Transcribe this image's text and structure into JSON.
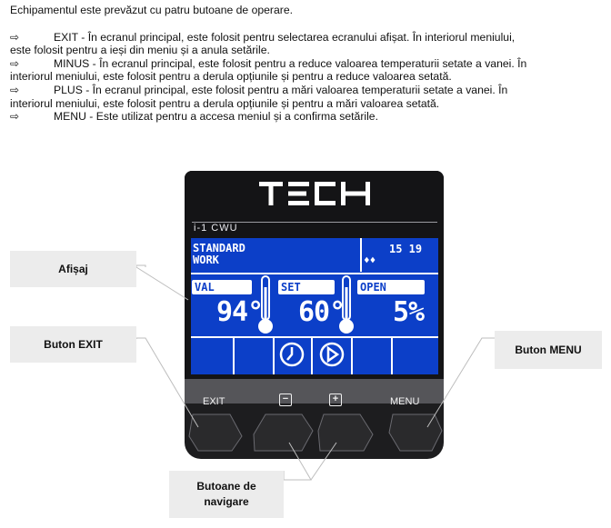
{
  "intro": "Echipamentul este prevăzut cu patru butoane de operare.",
  "arrow_glyph": "⇨",
  "items": [
    {
      "line1": "EXIT - În ecranul principal, este folosit pentru selectarea ecranului afișat. În interiorul meniului,",
      "line2": "este folosit pentru a ieși din meniu și a anula setările."
    },
    {
      "line1": "MINUS - În ecranul principal, este folosit pentru a reduce valoarea temperaturii setate a vanei. În",
      "line2": "interiorul meniului, este folosit pentru a derula opțiunile și pentru a reduce valoarea setată."
    },
    {
      "line1": "PLUS - În ecranul principal, este folosit pentru a mări valoarea temperaturii setate a vanei. În",
      "line2": "interiorul meniului, este folosit pentru a derula opțiunile și pentru a mări valoarea setată."
    },
    {
      "line1": "MENU - Este utilizat pentru a accesa meniul și a confirma setările.",
      "line2": ""
    }
  ],
  "device": {
    "brand": "TECH",
    "subtitle": "i-1 CWU",
    "screen": {
      "mode_line1": "STANDARD",
      "mode_line2": "WORK",
      "time": "15 19",
      "box_val": "VAL",
      "box_set": "SET",
      "box_open": "OPEN",
      "val_value": "94°",
      "set_value": "60°",
      "open_value": "5%"
    },
    "buttons": {
      "exit": "EXIT",
      "minus": "−",
      "plus": "+",
      "menu": "MENU"
    }
  },
  "callouts": {
    "display": "Afișaj",
    "exit_button": "Buton EXIT",
    "menu_button": "Buton MENU",
    "nav_buttons_line1": "Butoane de",
    "nav_buttons_line2": "navigare"
  },
  "colors": {
    "screen_blue": "#0c3fc8",
    "device_body": "#1d1d1f",
    "callout_bg": "#ececec"
  }
}
